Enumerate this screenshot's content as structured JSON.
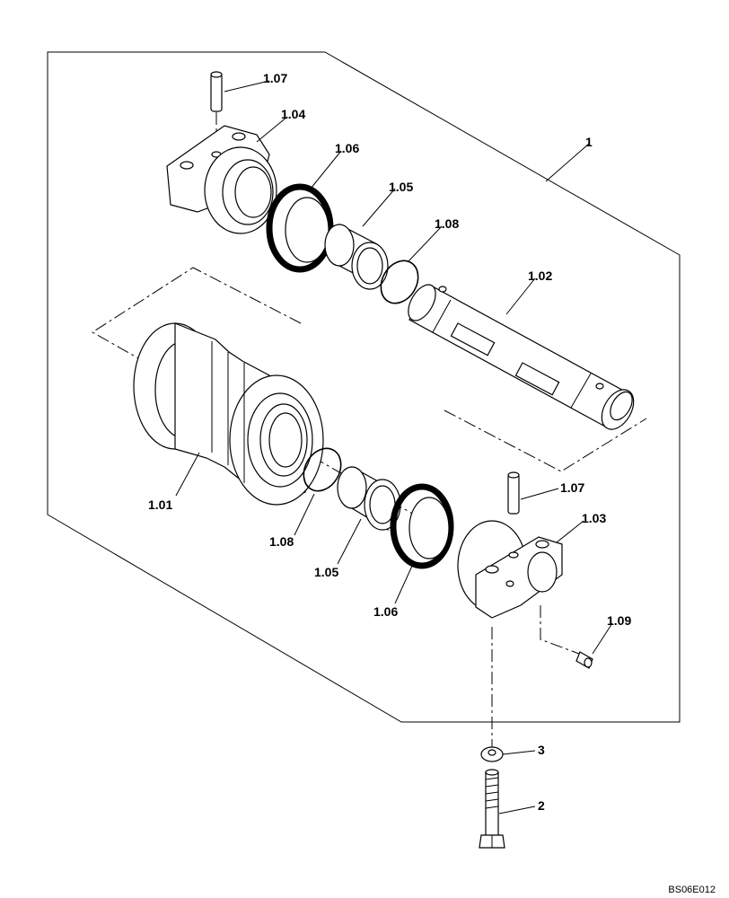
{
  "callouts": {
    "c_1": "1",
    "c_1_01": "1.01",
    "c_1_02": "1.02",
    "c_1_03": "1.03",
    "c_1_04": "1.04",
    "c_1_05_top": "1.05",
    "c_1_05_bottom": "1.05",
    "c_1_06_top": "1.06",
    "c_1_06_bottom": "1.06",
    "c_1_07_top": "1.07",
    "c_1_07_bottom": "1.07",
    "c_1_08_top": "1.08",
    "c_1_08_bottom": "1.08",
    "c_1_09": "1.09",
    "c_2": "2",
    "c_3": "3"
  },
  "doc_ref": "BS06E012"
}
